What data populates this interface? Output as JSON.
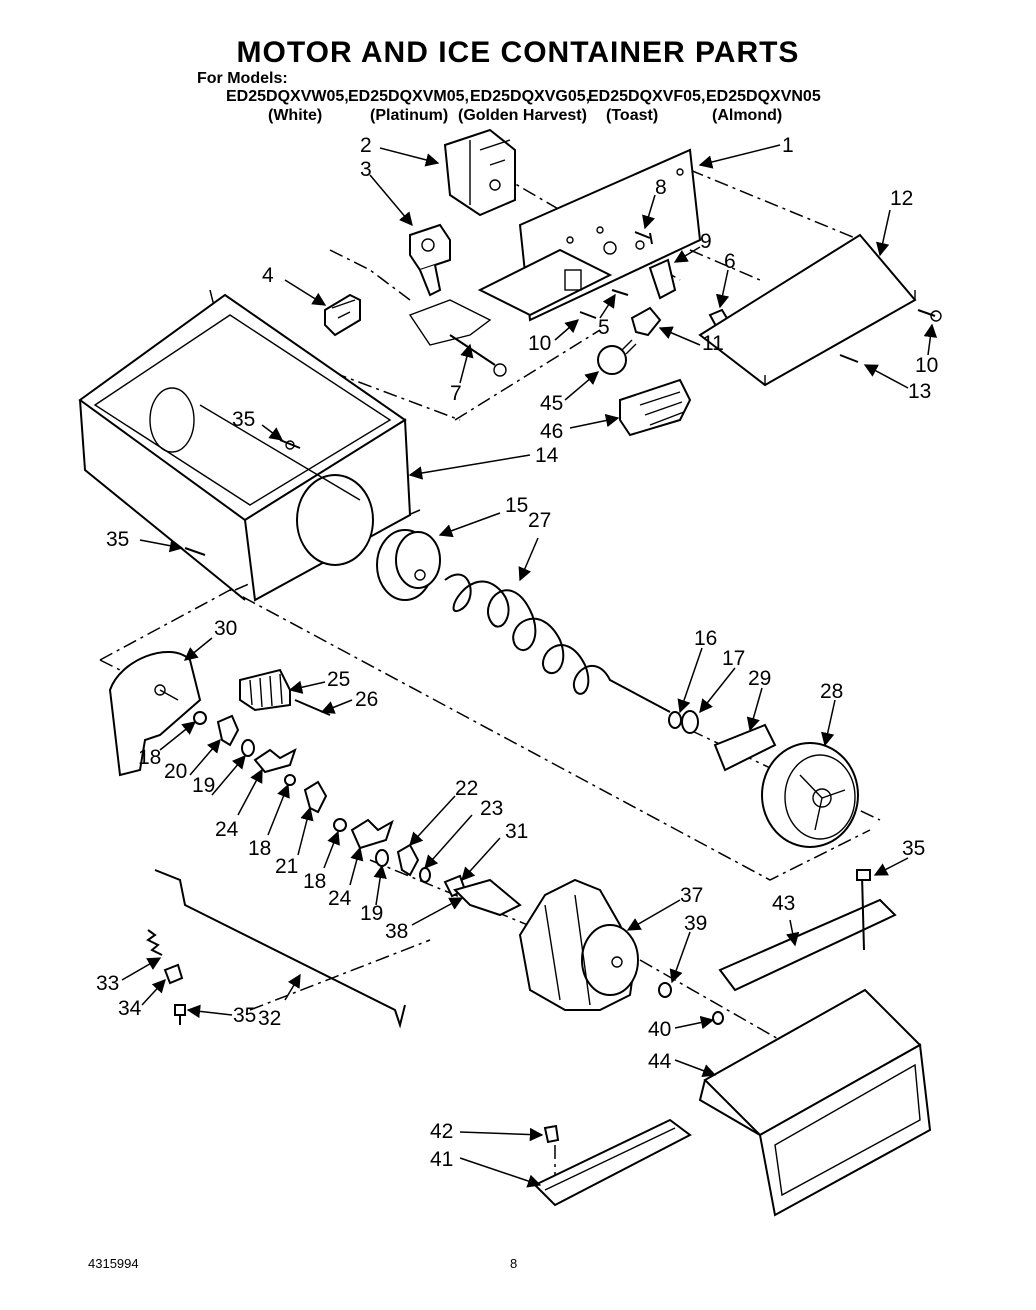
{
  "header": {
    "title": "MOTOR AND ICE CONTAINER PARTS",
    "for_models_label": "For Models:",
    "models": [
      "ED25DQXVW05,",
      "ED25DQXVM05,",
      "ED25DQXVG05,",
      "ED25DQXVF05,",
      "ED25DQXVN05"
    ],
    "colors": [
      "(White)",
      "(Platinum)",
      "(Golden Harvest)",
      "(Toast)",
      "(Almond)"
    ]
  },
  "callouts": [
    "1",
    "2",
    "3",
    "4",
    "5",
    "6",
    "7",
    "8",
    "9",
    "10",
    "10",
    "11",
    "12",
    "13",
    "14",
    "15",
    "16",
    "17",
    "18",
    "18",
    "18",
    "19",
    "19",
    "20",
    "21",
    "22",
    "23",
    "24",
    "24",
    "25",
    "26",
    "27",
    "28",
    "29",
    "30",
    "31",
    "32",
    "33",
    "34",
    "35",
    "35",
    "35",
    "35",
    "35",
    "37",
    "38",
    "39",
    "40",
    "41",
    "42",
    "43",
    "44",
    "45",
    "46"
  ],
  "footer": {
    "part_number": "4315994",
    "page_number": "8"
  }
}
